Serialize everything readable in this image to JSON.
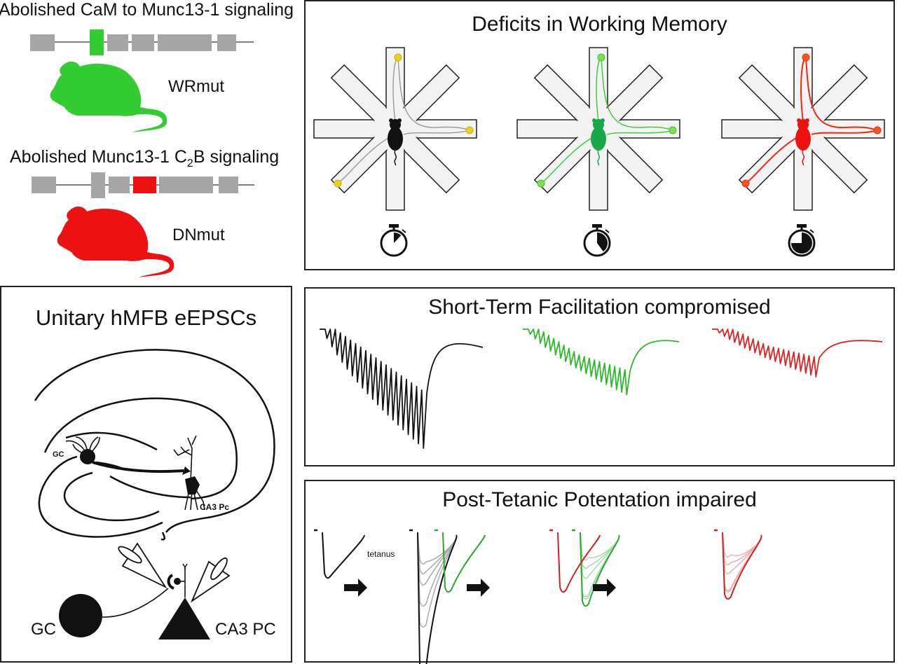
{
  "left_top": {
    "wr": {
      "heading": "Abolished CaM to Munc13-1 signaling",
      "mouse_label": "WRmut",
      "color": "#33cc33",
      "mutated_exon": 2
    },
    "dn": {
      "heading_pre": "Abolished Munc13-1 C",
      "heading_sub": "2",
      "heading_post": "B signaling",
      "mouse_label": "DNmut",
      "color": "#ee1111",
      "mutated_exon": 4
    },
    "exon_color": "#a6a6a6"
  },
  "working_memory": {
    "title": "Deficits in Working Memory",
    "mazes": [
      {
        "name": "control",
        "color": "#111111",
        "dot_color": "#e8d21c",
        "timer_fraction": 0.12
      },
      {
        "name": "wr",
        "color": "#1aa64a",
        "path_color": "#33cc33",
        "dot_color": "#7fe04c",
        "timer_fraction": 0.4
      },
      {
        "name": "dn",
        "color": "#ee1111",
        "path_color": "#ee2a11",
        "dot_color": "#ff5522",
        "timer_fraction": 0.75
      }
    ]
  },
  "unitary": {
    "title": "Unitary hMFB eEPSCs",
    "gc_label_small": "GC",
    "ca3_label_small": "CA3 Pc",
    "gc_label": "GC",
    "ca3_label": "CA3 PC"
  },
  "stf": {
    "title": "Short-Term Facilitation compromised",
    "traces": [
      {
        "name": "control",
        "color": "#111111",
        "pulses": 20,
        "final_depth": 1.0
      },
      {
        "name": "wr",
        "color": "#2db82d",
        "pulses": 20,
        "final_depth": 0.55
      },
      {
        "name": "dn",
        "color": "#dd2222",
        "pulses": 20,
        "final_depth": 0.4
      }
    ]
  },
  "ptp": {
    "title": "Post-Tetanic Potentation impaired",
    "tetanus_label": "tetanus",
    "groups": [
      {
        "name": "control",
        "color": "#111111",
        "light": "#aaaaaa",
        "baseline_depth": 0.35,
        "post_depth": 1.0
      },
      {
        "name": "wr",
        "color": "#2aa82a",
        "light": "#a8dca8",
        "baseline_depth": 0.45,
        "post_depth": 0.55
      },
      {
        "name": "dn",
        "color": "#cc2222",
        "light": "#eab0b0",
        "baseline_depth": 0.45,
        "post_depth": 0.5
      }
    ]
  }
}
